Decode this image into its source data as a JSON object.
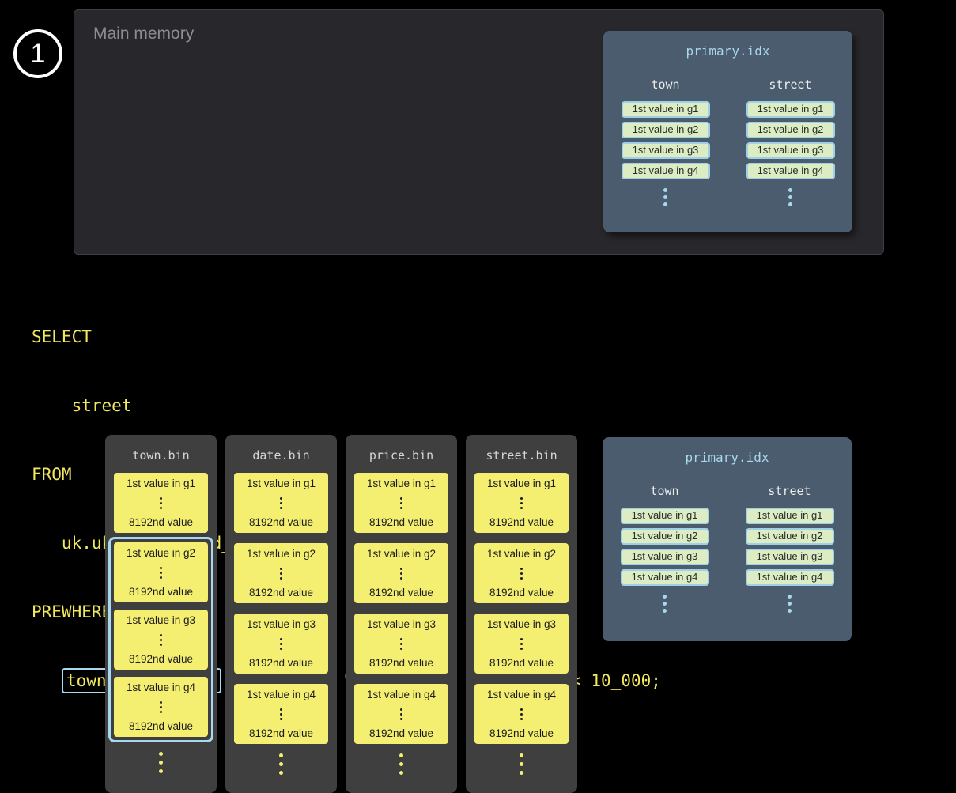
{
  "colors": {
    "background": "#000000",
    "main_memory_panel": "#28282c",
    "slate_panel": "#4a5c6d",
    "accent_blue": "#a8d8ef",
    "granule_yellow": "#f4ee71",
    "index_entry_green": "#dcecc3",
    "sql_yellow": "#f1e85c",
    "bin_column_gray": "#3f3f3f"
  },
  "step_badge": {
    "number": "1"
  },
  "main_memory": {
    "label": "Main memory"
  },
  "primary_idx_top": {
    "title": "primary.idx",
    "columns": [
      {
        "header": "town",
        "entries": [
          "1st value in g1",
          "1st value in g2",
          "1st value in g3",
          "1st value in g4"
        ]
      },
      {
        "header": "street",
        "entries": [
          "1st value in g1",
          "1st value in g2",
          "1st value in g3",
          "1st value in g4"
        ]
      }
    ]
  },
  "sql": {
    "line1": "SELECT",
    "line2": "    street",
    "line3": "FROM",
    "line4": "   uk.uk_price_paid_simple",
    "line5": "PREWHERE",
    "line6_indent": "   ",
    "line6_highlight": "town = 'LONDON'",
    "line6_rest": " AND date > '2024-12-31' AND price < 10_000;"
  },
  "bins": [
    {
      "title": "town.bin",
      "granules": [
        {
          "first": "1st value in g1",
          "last": "8192nd value"
        },
        {
          "first": "1st value in g2",
          "last": "8192nd value"
        },
        {
          "first": "1st value in g3",
          "last": "8192nd value"
        },
        {
          "first": "1st value in g4",
          "last": "8192nd value"
        }
      ]
    },
    {
      "title": "date.bin",
      "granules": [
        {
          "first": "1st value in g1",
          "last": "8192nd value"
        },
        {
          "first": "1st value in g2",
          "last": "8192nd value"
        },
        {
          "first": "1st value in g3",
          "last": "8192nd value"
        },
        {
          "first": "1st value in g4",
          "last": "8192nd value"
        }
      ]
    },
    {
      "title": "price.bin",
      "granules": [
        {
          "first": "1st value in g1",
          "last": "8192nd value"
        },
        {
          "first": "1st value in g2",
          "last": "8192nd value"
        },
        {
          "first": "1st value in g3",
          "last": "8192nd value"
        },
        {
          "first": "1st value in g4",
          "last": "8192nd value"
        }
      ]
    },
    {
      "title": "street.bin",
      "granules": [
        {
          "first": "1st value in g1",
          "last": "8192nd value"
        },
        {
          "first": "1st value in g2",
          "last": "8192nd value"
        },
        {
          "first": "1st value in g3",
          "last": "8192nd value"
        },
        {
          "first": "1st value in g4",
          "last": "8192nd value"
        }
      ]
    }
  ],
  "primary_idx_bottom": {
    "title": "primary.idx",
    "columns": [
      {
        "header": "town",
        "entries": [
          "1st value in g1",
          "1st value in g2",
          "1st value in g3",
          "1st value in g4"
        ]
      },
      {
        "header": "street",
        "entries": [
          "1st value in g1",
          "1st value in g2",
          "1st value in g3",
          "1st value in g4"
        ]
      }
    ]
  }
}
